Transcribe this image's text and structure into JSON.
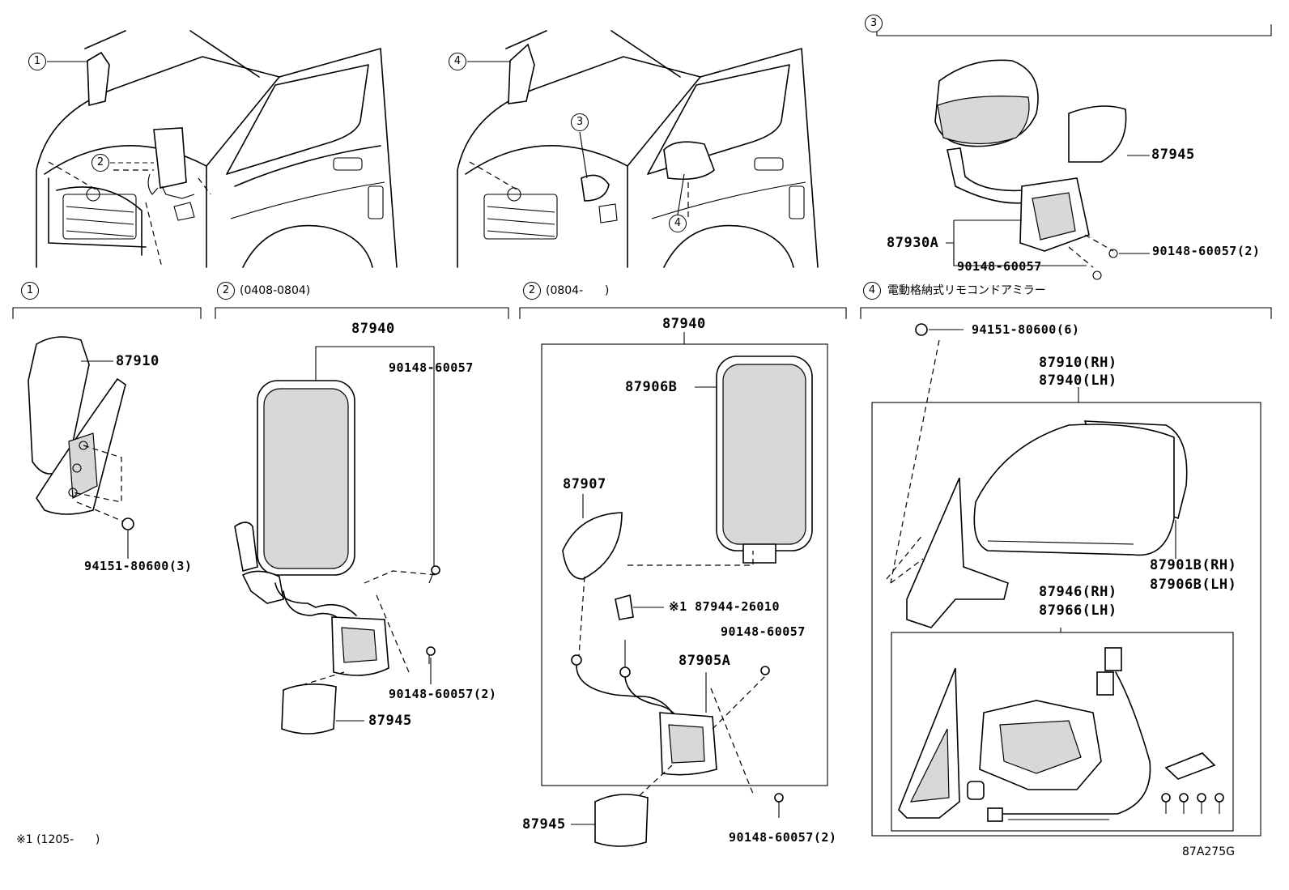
{
  "sections": {
    "s1_header": {
      "num": "1",
      "text": ""
    },
    "s2a_header": {
      "num": "2",
      "text": "(0408-0804)"
    },
    "s2b_header": {
      "num": "2",
      "text": "(0804-      )"
    },
    "s3_header": {
      "num": "3",
      "text": ""
    },
    "s4_header": {
      "num": "4",
      "text": "電動格納式リモコンドアミラー"
    }
  },
  "callouts": {
    "van1_a": "1",
    "van1_b": "2",
    "van2_a": "4",
    "van2_b": "3",
    "van2_c": "4"
  },
  "parts": {
    "p87945_top": "87945",
    "p87930A": "87930A",
    "p90148_top_r": "90148-60057(2)",
    "p90148_top_b": "90148-60057",
    "p87910": "87910",
    "p94151_s1": "94151-80600(3)",
    "p87940_a": "87940",
    "p90148_a1": "90148-60057",
    "p90148_a2": "90148-60057(2)",
    "p87945_a": "87945",
    "p87940_b": "87940",
    "p87906B": "87906B",
    "p87907": "87907",
    "p87944": "※1 87944-26010",
    "p90148_b1": "90148-60057",
    "p87905A": "87905A",
    "p87945_b": "87945",
    "p90148_b2": "90148-60057(2)",
    "p94151_s4": "94151-80600(6)",
    "p87910RH": "87910(RH)",
    "p87940LH": "87940(LH)",
    "p87901B": "87901B(RH)",
    "p87906BLH": "87906B(LH)",
    "p87946": "87946(RH)",
    "p87966": "87966(LH)"
  },
  "footnote": "※1 (1205-      )",
  "figure_code": "87A275G"
}
